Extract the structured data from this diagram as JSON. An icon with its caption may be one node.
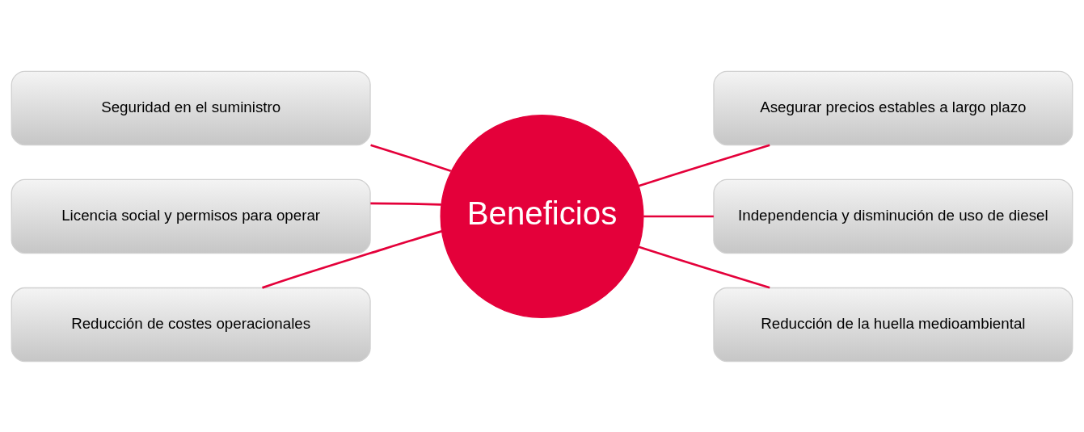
{
  "diagram": {
    "nodes": [
      {
        "text": [
          "Beneficios"
        ]
      },
      {
        "text": [
          "Seguridad en el suministro"
        ]
      },
      {
        "text": [
          "Licencia social y permisos para operar"
        ]
      },
      {
        "text": [
          "Reducción de costes operacionales"
        ]
      },
      {
        "text": [
          "Asegurar precios estables a largo plazo"
        ]
      },
      {
        "text": [
          "Independencia y disminución de uso de diesel"
        ]
      },
      {
        "text": [
          "Reducción de la huella medioambiental"
        ]
      }
    ],
    "edges": [
      {
        "from": 0,
        "to": 1,
        "arrow": "none"
      },
      {
        "from": 0,
        "to": 2,
        "arrow": "none"
      },
      {
        "from": 0,
        "to": 3,
        "arrow": "none"
      },
      {
        "from": 0,
        "to": 4,
        "arrow": "none"
      },
      {
        "from": 0,
        "to": 5,
        "arrow": "none"
      },
      {
        "from": 0,
        "to": 6,
        "arrow": "none"
      }
    ]
  }
}
